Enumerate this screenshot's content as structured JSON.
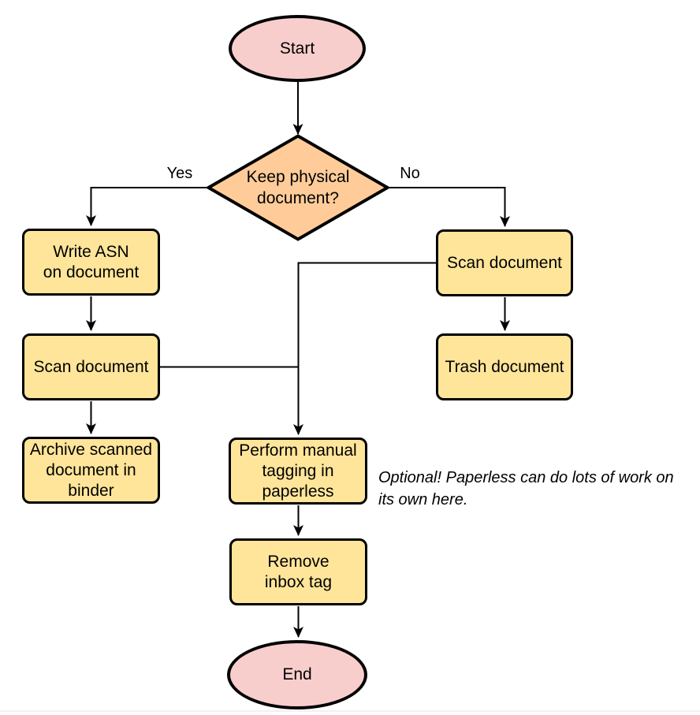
{
  "colors": {
    "terminal_fill": "#f8cecc",
    "decision_fill": "#ffcc99",
    "process_fill": "#ffe59a",
    "stroke": "#000000",
    "connector": "#000000",
    "text": "#000000",
    "page_bottom_border": "#f0f0f0"
  },
  "nodes": {
    "start": {
      "type": "terminal",
      "label": "Start"
    },
    "decision_keep_physical": {
      "type": "decision",
      "label": "Keep physical\ndocument?"
    },
    "write_asn": {
      "type": "process",
      "label": "Write ASN\non document"
    },
    "scan_document_left": {
      "type": "process",
      "label": "Scan document"
    },
    "archive_binder": {
      "type": "process",
      "label": "Archive scanned\ndocument in\nbinder"
    },
    "scan_document_right": {
      "type": "process",
      "label": "Scan document"
    },
    "trash_document": {
      "type": "process",
      "label": "Trash document"
    },
    "manual_tagging": {
      "type": "process",
      "label": "Perform manual\ntagging in\npaperless"
    },
    "remove_inbox_tag": {
      "type": "process",
      "label": "Remove\ninbox tag"
    },
    "end": {
      "type": "terminal",
      "label": "End"
    }
  },
  "edge_labels": {
    "yes": "Yes",
    "no": "No"
  },
  "annotation": {
    "text": "Optional! Paperless can do lots of work on\nits own here."
  }
}
